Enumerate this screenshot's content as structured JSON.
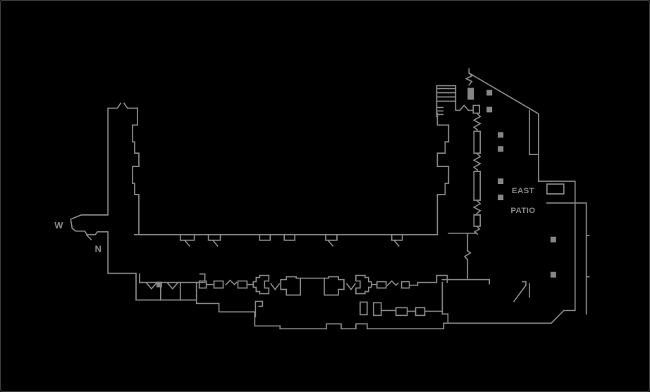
{
  "canvas": {
    "background_color": "#000000",
    "line_color": "#8a8a8a",
    "column_fill_color": "#868686",
    "frame_border_color": "#454545"
  },
  "floor_plan": {
    "labels": {
      "east_patio_line1": "EAST",
      "east_patio_line2": "PATIO",
      "west_marker": "W",
      "north_marker": "N"
    }
  }
}
